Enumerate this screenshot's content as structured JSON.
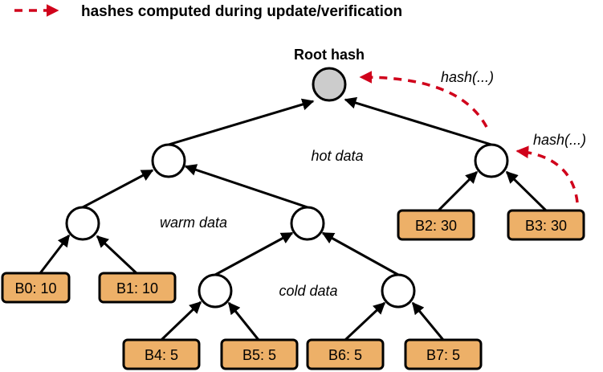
{
  "legend": {
    "text": "hashes computed during update/verification",
    "color": "#d0021b"
  },
  "root": {
    "label": "Root hash",
    "fill": "#cccccc"
  },
  "regions": {
    "hot": "hot data",
    "warm": "warm data",
    "cold": "cold data"
  },
  "hash_labels": [
    "hash(...)",
    "hash(...)"
  ],
  "block_fill": "#edb068",
  "node_fill": "#ffffff",
  "blocks": [
    {
      "id": "B0",
      "label": "B0: 10"
    },
    {
      "id": "B1",
      "label": "B1: 10"
    },
    {
      "id": "B2",
      "label": "B2: 30"
    },
    {
      "id": "B3",
      "label": "B3: 30"
    },
    {
      "id": "B4",
      "label": "B4: 5"
    },
    {
      "id": "B5",
      "label": "B5: 5"
    },
    {
      "id": "B6",
      "label": "B6: 5"
    },
    {
      "id": "B7",
      "label": "B7: 5"
    }
  ]
}
